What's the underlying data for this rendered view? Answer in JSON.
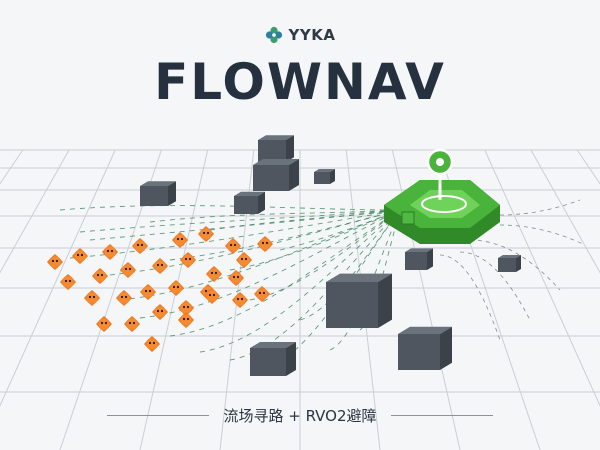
{
  "brand": {
    "name": "YYKA",
    "icon": "clover-logo-icon",
    "color": "#3a9e6c"
  },
  "title": "FLOWNAV",
  "footer": {
    "caption": "流场寻路 + RVO2避障"
  },
  "colors": {
    "agent": "#f07c24",
    "obstacle": "#4f5660",
    "goal": "#49b33c",
    "arrow": "#2f7d4f",
    "grid": "#c9cfd6"
  }
}
